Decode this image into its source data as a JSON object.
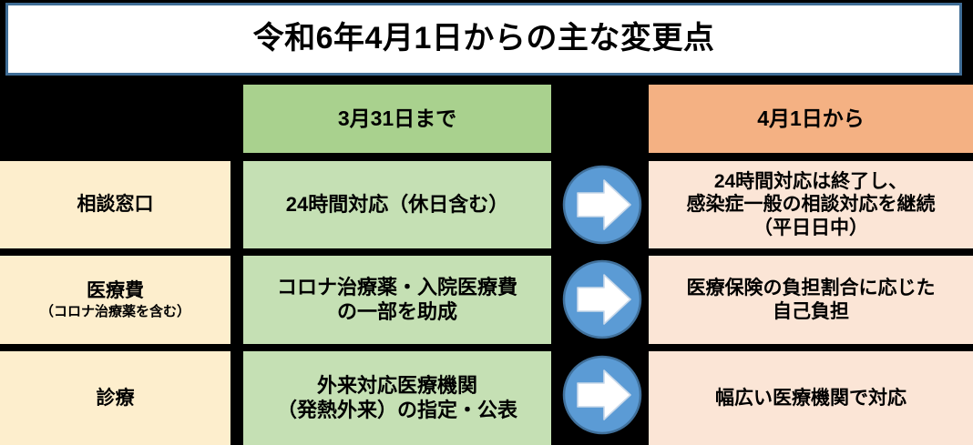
{
  "title": {
    "text": "令和6年4月1日からの主な変更点"
  },
  "colors": {
    "title_border": "#3f6d96",
    "title_background": "#ffffff",
    "header_before": "#a9d18e",
    "header_after": "#f4b183",
    "label_cell": "#fdeecd",
    "before_cell": "#c5e0b4",
    "after_cell": "#fbe5d6",
    "arrow_circle": "#5b9bd5",
    "arrow_circle_rim": "#41719c",
    "arrow_glyph": "#ffffff",
    "page_background": "#000000"
  },
  "table": {
    "headers": {
      "label_column": "",
      "before_column": "3月31日まで",
      "after_column": "4月1日から"
    },
    "arrow_icon_name": "right-arrow-icon",
    "rows": [
      {
        "label_main": "相談窓口",
        "label_sub": "",
        "before_lines": [
          "24時間対応（休日含む）"
        ],
        "after_lines": [
          "24時間対応は終了し、",
          "感染症一般の相談対応を継続",
          "（平日日中）"
        ]
      },
      {
        "label_main": "医療費",
        "label_sub": "（コロナ治療薬を含む）",
        "before_lines": [
          "コロナ治療薬・入院医療費",
          "の一部を助成"
        ],
        "after_lines": [
          "医療保険の負担割合に応じた",
          "自己負担"
        ]
      },
      {
        "label_main": "診療",
        "label_sub": "",
        "before_lines": [
          "外来対応医療機関",
          "（発熱外来）の指定・公表"
        ],
        "after_lines": [
          "幅広い医療機関で対応"
        ]
      }
    ]
  }
}
